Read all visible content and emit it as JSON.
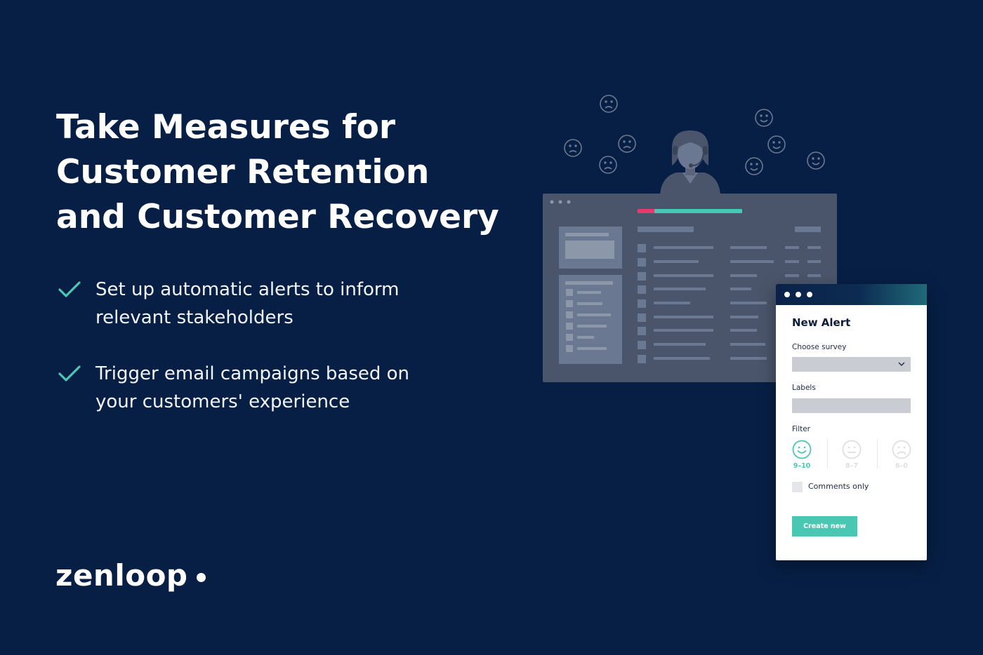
{
  "headline": {
    "lines": [
      "Take Measures for",
      "Customer Retention",
      "and Customer Recovery"
    ]
  },
  "bullets": [
    {
      "icon": "check-icon",
      "lines": [
        "Set up automatic alerts to inform",
        "relevant stakeholders"
      ]
    },
    {
      "icon": "check-icon",
      "lines": [
        "Trigger email campaigns based on",
        "your customers' experience"
      ]
    }
  ],
  "logo": {
    "text": "zenloop"
  },
  "alert_card": {
    "title": "New Alert",
    "choose_survey_label": "Choose survey",
    "labels_label": "Labels",
    "filter_label": "Filter",
    "filters": [
      {
        "icon": "happy-face-icon",
        "score": "9–10",
        "active": true
      },
      {
        "icon": "neutral-face-icon",
        "score": "8–7",
        "active": false
      },
      {
        "icon": "sad-face-icon",
        "score": "6–0",
        "active": false
      }
    ],
    "comments_only_label": "Comments only",
    "create_button": "Create new"
  },
  "colors": {
    "background": "#071f45",
    "accent": "#4ac7b3",
    "alert_red": "#e8396a",
    "panel": "#4a556b"
  }
}
